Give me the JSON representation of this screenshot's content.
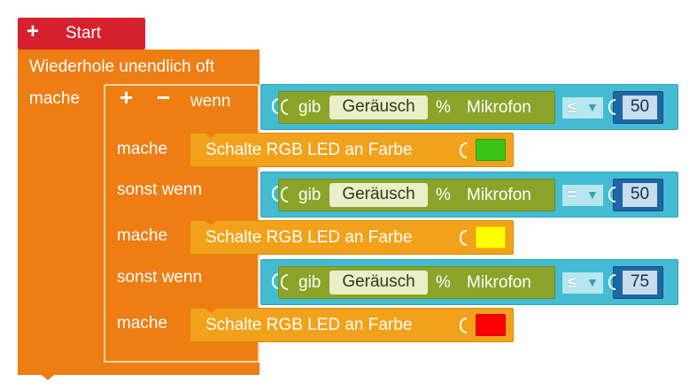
{
  "start": {
    "plus": "+",
    "label": "Start"
  },
  "loop": {
    "label": "Wiederhole unendlich oft",
    "mache": "mache"
  },
  "ifblock": {
    "plus": "+",
    "minus": "−",
    "wenn": "wenn",
    "mache": "mache",
    "sonst_wenn": "sonst wenn"
  },
  "conditions": [
    {
      "gib": "gib",
      "sensor": "Geräusch",
      "percent": "%",
      "source": "Mikrofon",
      "op": "≤",
      "value": "50"
    },
    {
      "gib": "gib",
      "sensor": "Geräusch",
      "percent": "%",
      "source": "Mikrofon",
      "op": "=",
      "value": "50"
    },
    {
      "gib": "gib",
      "sensor": "Geräusch",
      "percent": "%",
      "source": "Mikrofon",
      "op": "≤",
      "value": "75"
    }
  ],
  "actions": [
    {
      "label": "Schalte RGB LED an Farbe",
      "color": "#39c417"
    },
    {
      "label": "Schalte RGB LED an Farbe",
      "color": "#ffff00"
    },
    {
      "label": "Schalte RGB LED an Farbe",
      "color": "#ff0000"
    }
  ],
  "dropdown_arrow": "▼",
  "colors": {
    "start": "#d5202e",
    "loop": "#ee7d14",
    "action": "#f2a21a",
    "compare": "#43bcd3",
    "sensor": "#8aa42a",
    "number": "#1e66a5"
  }
}
